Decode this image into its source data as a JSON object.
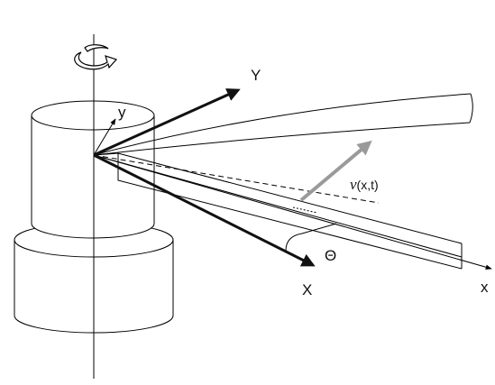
{
  "labels": {
    "Y": "Y",
    "y": "y",
    "X": "X",
    "x": "x",
    "theta": "Θ",
    "v_symbol": "v",
    "v_args": "(x,t)"
  },
  "colors": {
    "line": "#000000",
    "bold_arrow": "#111111",
    "deflection_arrow": "#9a9a9a",
    "background": "#ffffff"
  },
  "icons": {
    "rotation": "rotation-arrow-icon"
  }
}
